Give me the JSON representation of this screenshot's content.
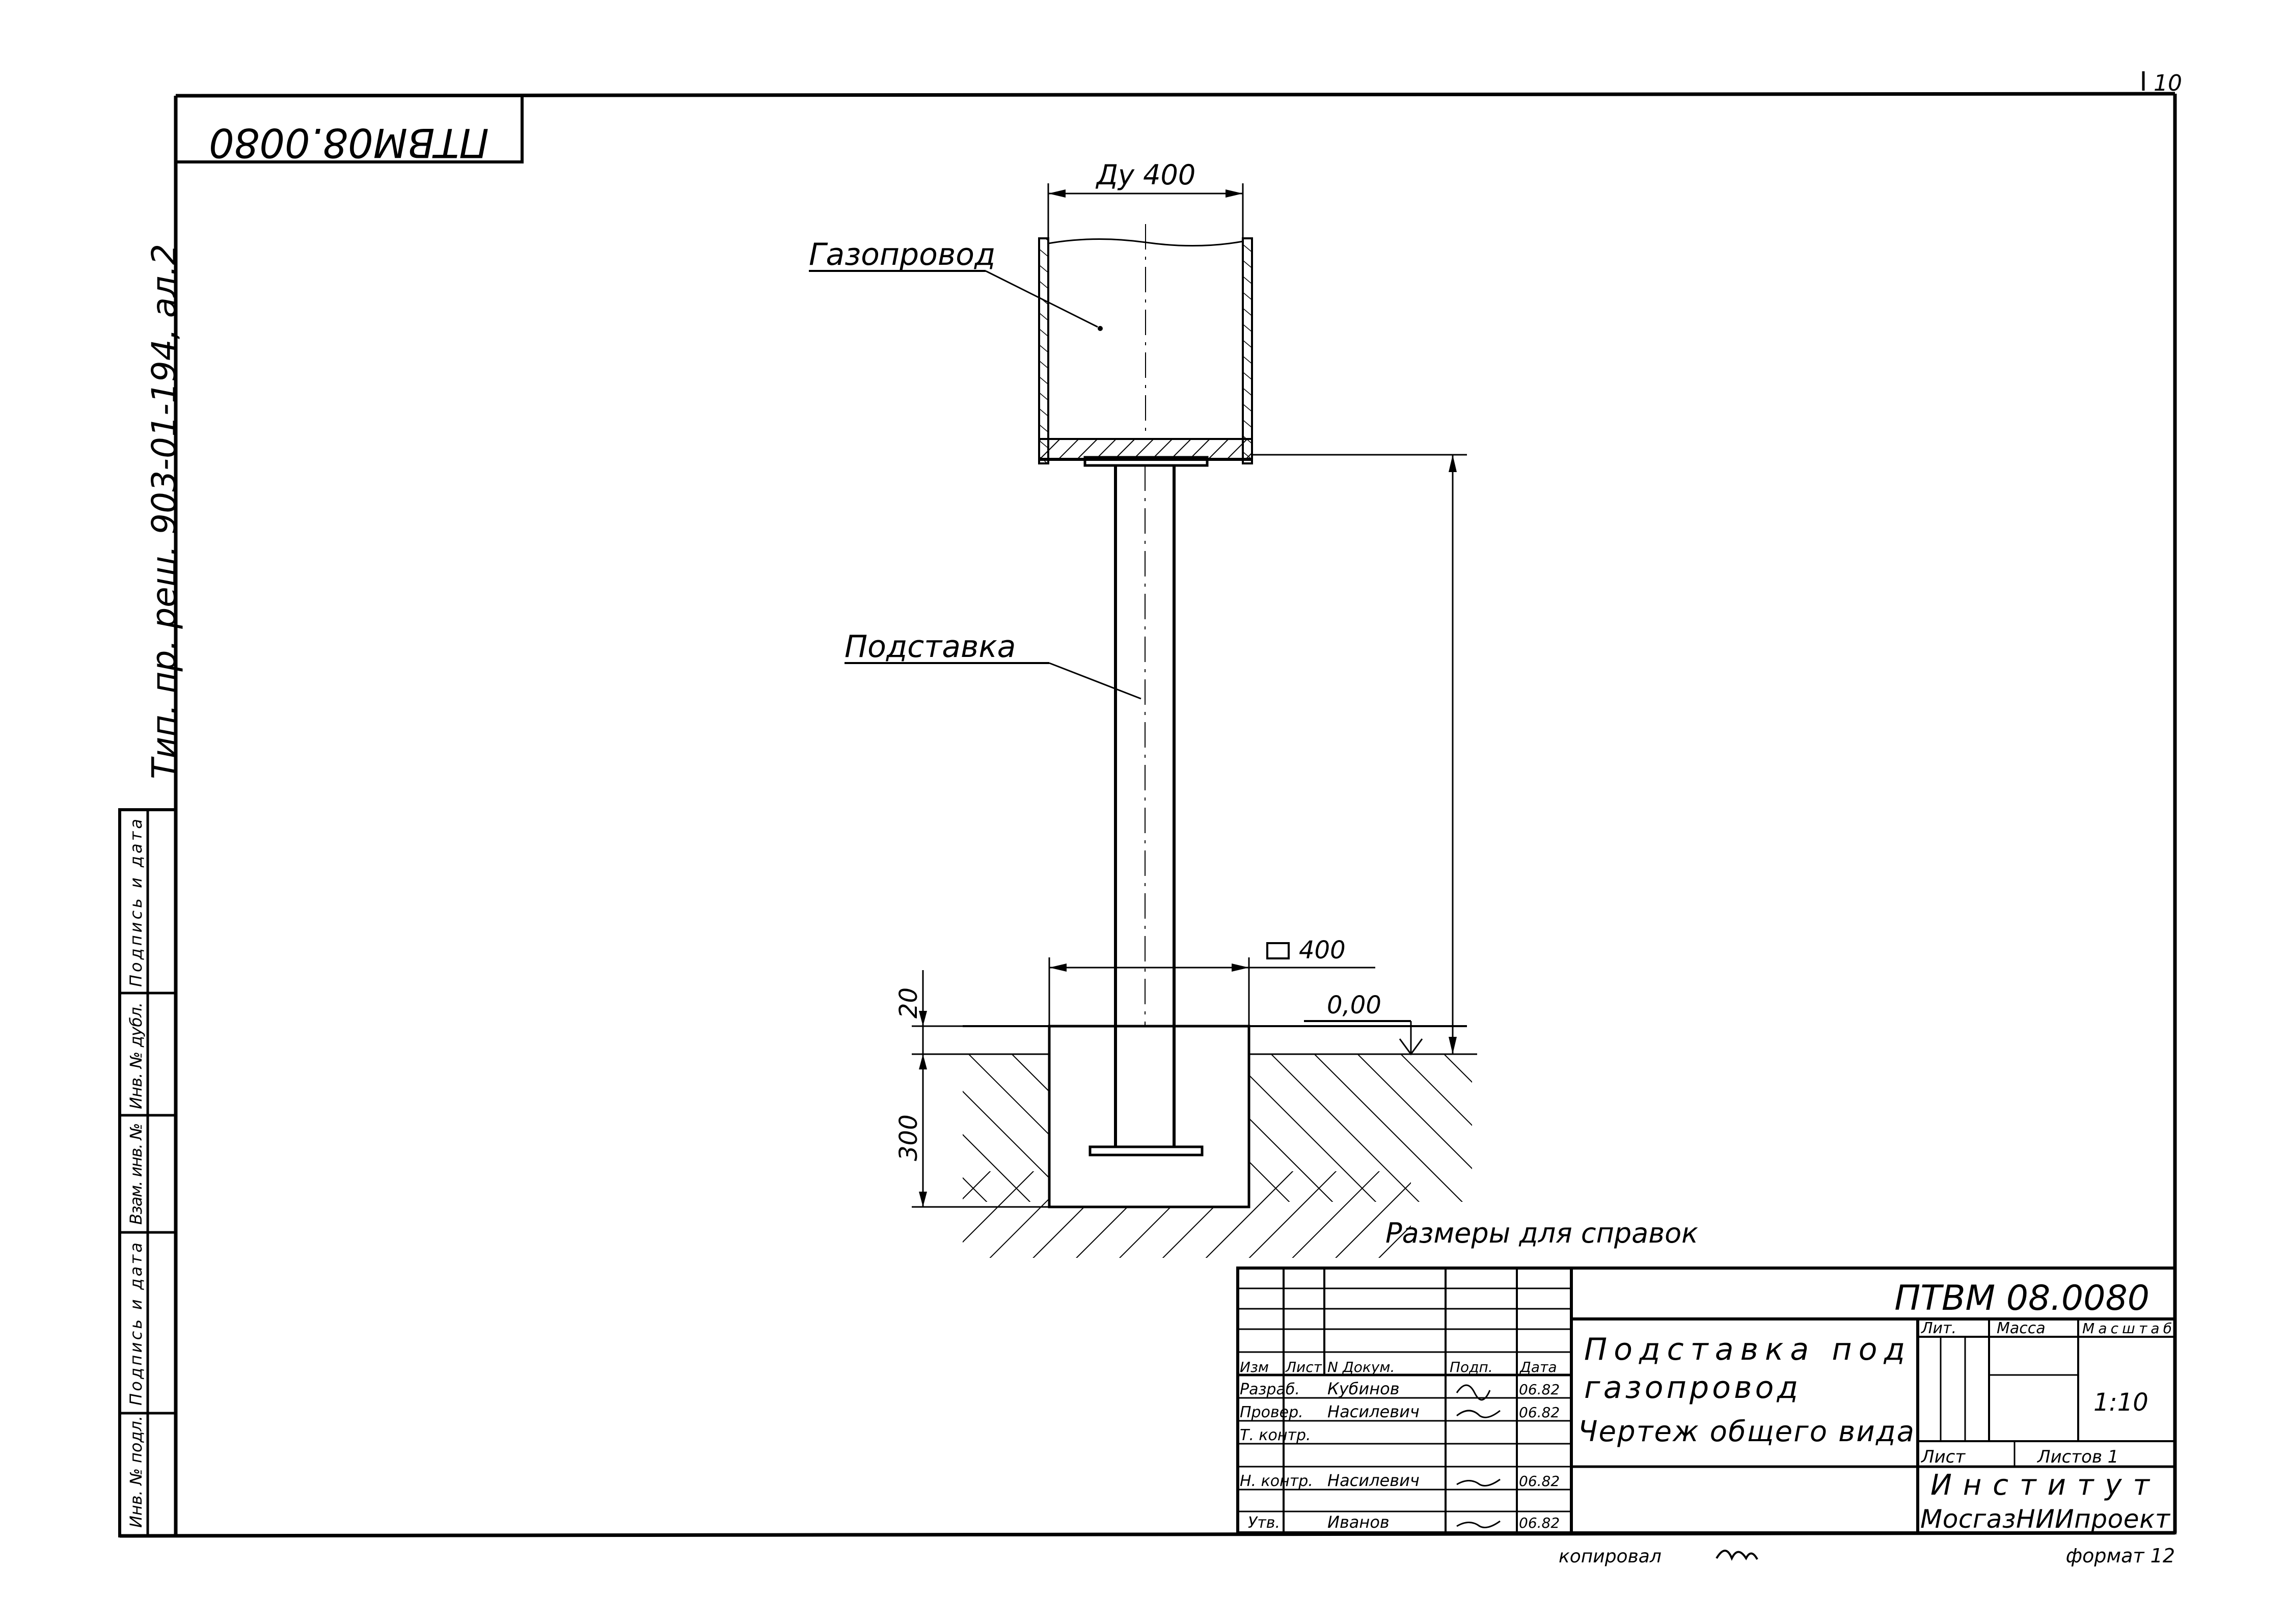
{
  "sheet": {
    "page_number": "10",
    "stamp_code_rotated": "ПТВМ08.0080",
    "typical_project_note": "Тип. пр. реш. 903-01-194, ал.2"
  },
  "side_table": {
    "cells": [
      "Инв. № подл.",
      "Подпись и дата",
      "Взам. инв. №",
      "Инв. № дубл.",
      "Подпись и дата"
    ]
  },
  "drawing": {
    "label_gas_pipe": "Газопровод",
    "label_support": "Подставка",
    "dim_du": "Ду 400",
    "dim_square": "400",
    "dim_20": "20",
    "dim_300": "300",
    "level_mark": "0,00",
    "reference_note": "Размеры для справок"
  },
  "title_block": {
    "designation": "ПТВМ 08.0080",
    "title_line1": "Подставка под",
    "title_line2": "газопровод",
    "title_line3": "Чертеж общего вида",
    "head_izm": "Изм",
    "head_list": "Лист",
    "head_doc": "N Докум.",
    "head_sign": "Подп.",
    "head_date": "Дата",
    "role_razrab": "Разраб.",
    "role_prover": "Провер.",
    "role_tkontr": "Т. контр.",
    "role_nkontr": "Н. контр.",
    "role_utv": "Утв.",
    "name_razrab": "Кубинов",
    "name_prover": "Насилевич",
    "name_nkontr": "Насилевич",
    "name_utv": "Иванов",
    "date_razrab": "06.82",
    "date_prover": "06.82",
    "date_nkontr": "06.82",
    "date_utv": "06.82",
    "col_lit": "Лит.",
    "col_mass": "Масса",
    "col_scale": "Масштаб",
    "scale_value": "1:10",
    "sheet_label": "Лист",
    "sheets_label": "Листов 1",
    "org_line1": "Институт",
    "org_line2": "МосгазНИИпроект"
  },
  "footer": {
    "copied": "копировал",
    "format": "формат 12"
  }
}
